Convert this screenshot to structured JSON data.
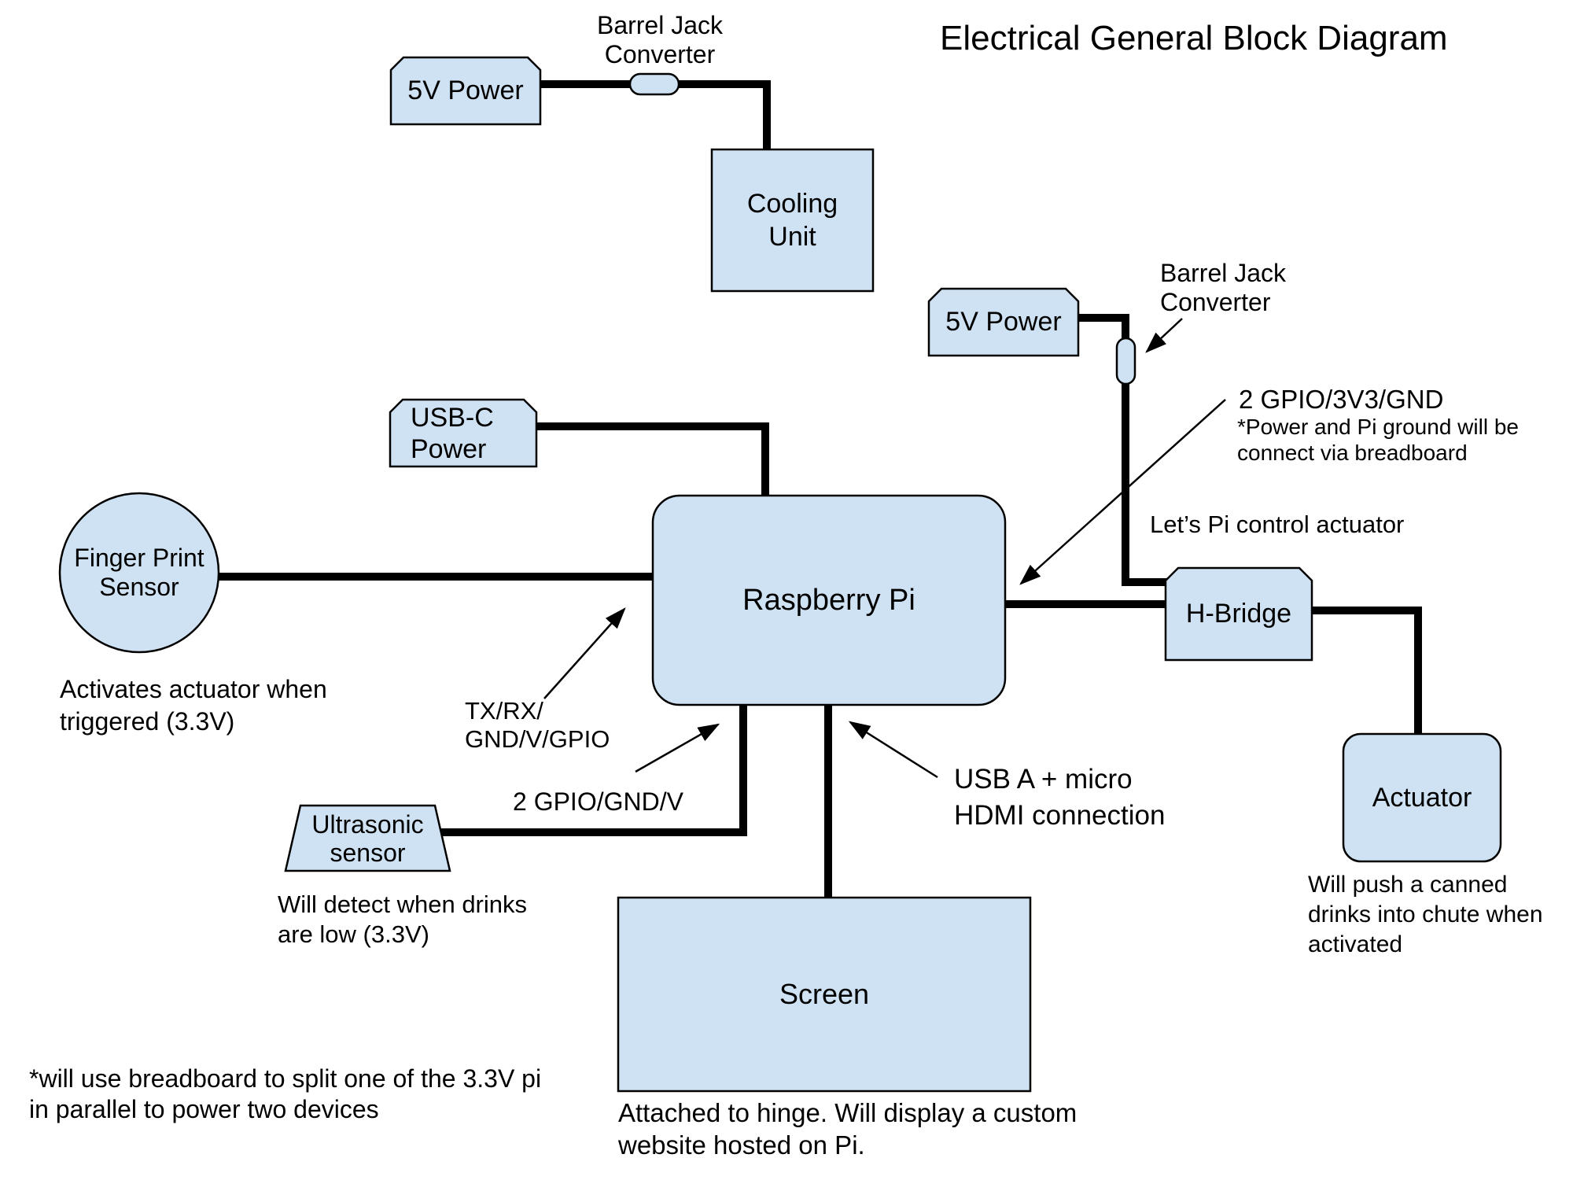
{
  "title": "Electrical General Block Diagram",
  "blocks": {
    "power5v_top": {
      "label": "5V Power"
    },
    "cooling": {
      "lines": [
        "Cooling",
        "Unit"
      ]
    },
    "usbc": {
      "lines": [
        "USB-C",
        "Power"
      ]
    },
    "power5v_right": {
      "label": "5V Power"
    },
    "fingerprint": {
      "lines": [
        "Finger Print",
        "Sensor"
      ]
    },
    "raspberry_pi": {
      "label": "Raspberry Pi"
    },
    "hbridge": {
      "label": "H-Bridge"
    },
    "actuator": {
      "label": "Actuator"
    },
    "ultrasonic": {
      "lines": [
        "Ultrasonic",
        "sensor"
      ]
    },
    "screen": {
      "label": "Screen"
    }
  },
  "annotations": {
    "barrel_jack_top": {
      "lines": [
        "Barrel Jack",
        "Converter"
      ]
    },
    "barrel_jack_right": {
      "lines": [
        "Barrel Jack",
        "Converter"
      ]
    },
    "gpio_3v3": {
      "line1": "2 GPIO/3V3/GND",
      "line2": "*Power and Pi ground will be",
      "line3": "connect via breadboard"
    },
    "lets_pi": "Let’s Pi control actuator",
    "txrx": {
      "lines": [
        "TX/RX/",
        "GND/V/GPIO"
      ]
    },
    "gpio_gnd_v": "2 GPIO/GND/V",
    "usb_hdmi": {
      "lines": [
        "USB A + micro",
        "HDMI connection"
      ]
    },
    "fingerprint_caption": {
      "lines": [
        "Activates actuator when",
        "triggered (3.3V)"
      ]
    },
    "ultrasonic_caption": {
      "lines": [
        "Will detect when drinks",
        "are low (3.3V)"
      ]
    },
    "screen_caption": {
      "lines": [
        "Attached to hinge. Will display a custom",
        "website hosted on Pi."
      ]
    },
    "actuator_caption": {
      "lines": [
        "Will push a canned",
        "drinks into chute when",
        "activated"
      ]
    },
    "footnote": {
      "lines": [
        "*will use breadboard to split one of the 3.3V pi",
        "in parallel to power two devices"
      ]
    }
  },
  "colors": {
    "block_fill": "#cfe2f3",
    "block_border": "#000000",
    "wire": "#000000",
    "text": "#000000",
    "background": "#ffffff"
  }
}
